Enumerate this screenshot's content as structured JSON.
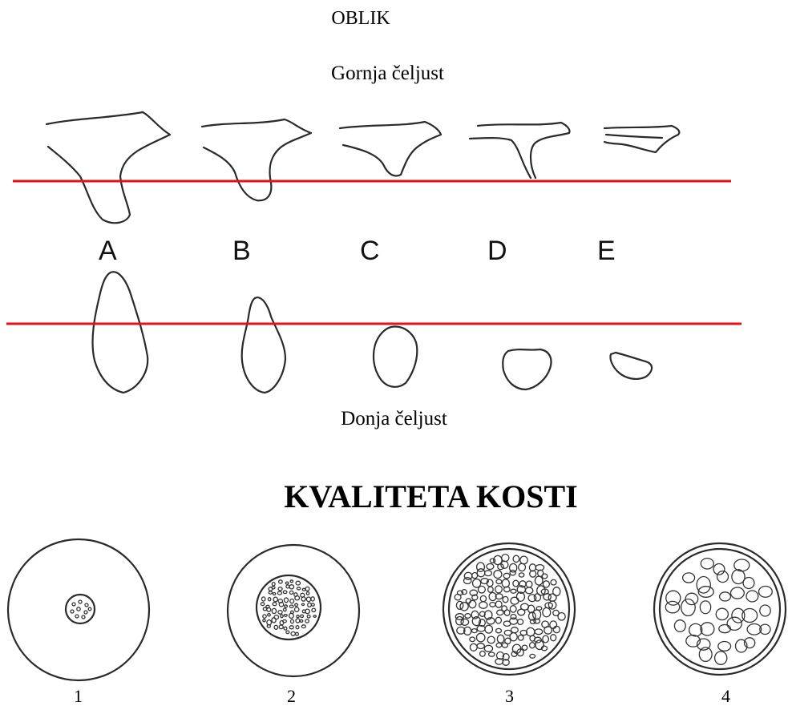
{
  "headings": {
    "shape_title": "OBLIK",
    "upper_jaw": "Gornja čeljust",
    "lower_jaw": "Donja čeljust",
    "bone_quality_title": "KVALITETA KOSTI"
  },
  "shape_classes": [
    "A",
    "B",
    "C",
    "D",
    "E"
  ],
  "quality_classes": [
    "1",
    "2",
    "3",
    "4"
  ],
  "colors": {
    "reference_line": "#e01414",
    "sketch": "#2a2a2a"
  }
}
